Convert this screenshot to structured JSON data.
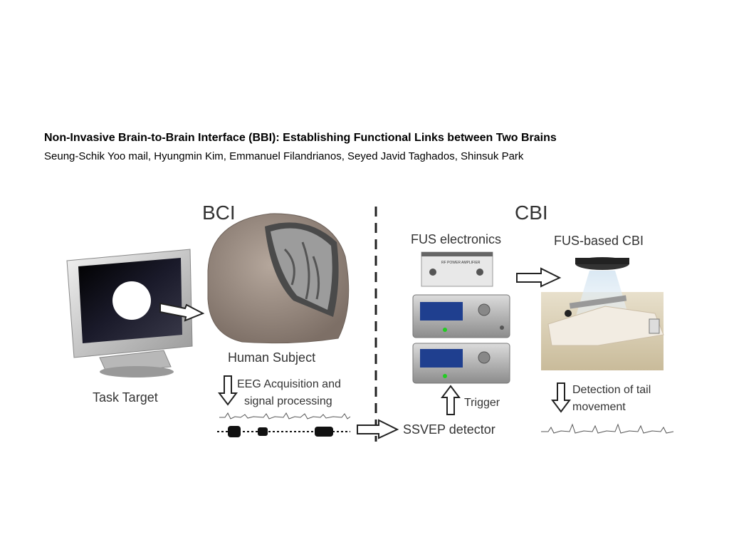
{
  "paper": {
    "title": "Non-Invasive Brain-to-Brain Interface (BBI): Establishing Functional Links between Two Brains",
    "authors": "Seung-Schik Yoo mail, Hyungmin Kim, Emmanuel Filandrianos, Seyed Javid Taghados, Shinsuk Park"
  },
  "figure": {
    "bci_heading": "BCI",
    "cbi_heading": "CBI",
    "task_target": "Task Target",
    "human_subject": "Human Subject",
    "eeg_line1": "EEG Acquisition and",
    "eeg_line2": "signal processing",
    "fus_electronics": "FUS electronics",
    "fus_cbi": "FUS-based CBI",
    "trigger": "Trigger",
    "ssvep": "SSVEP detector",
    "tail_line1": "Detection of tail",
    "tail_line2": "movement",
    "amplifier_label": "RF POWER AMPLIFIER"
  }
}
